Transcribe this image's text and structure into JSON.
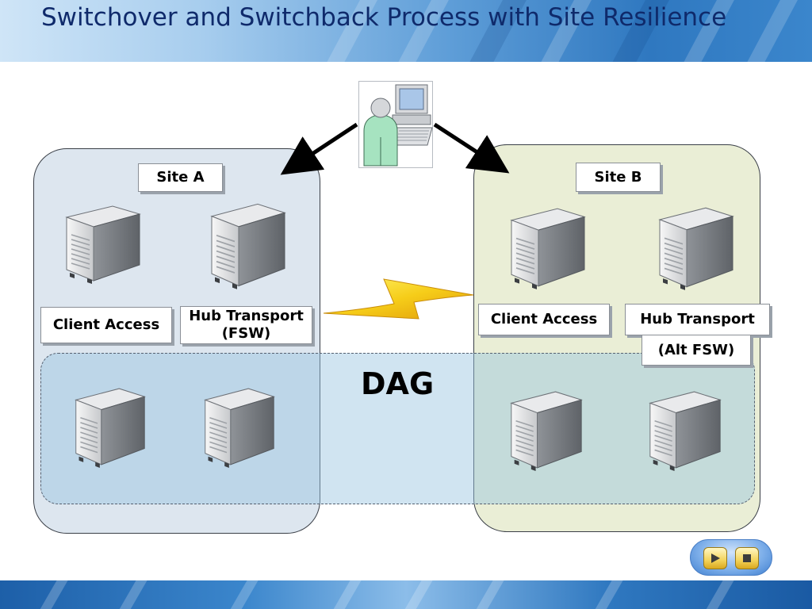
{
  "slide": {
    "title": "Switchover and Switchback Process with Site Resilience"
  },
  "site_a": {
    "name": "Site A",
    "client_access_label": "Client Access",
    "hub_transport_label": "Hub Transport (FSW)"
  },
  "site_b": {
    "name": "Site B",
    "client_access_label": "Client Access",
    "hub_transport_label": "Hub Transport",
    "alt_fsw_label": "(Alt FSW)"
  },
  "dag": {
    "label": "DAG"
  },
  "colors": {
    "site_a_fill": "#dde6ef",
    "site_b_fill": "#eaeed6",
    "dag_fill": "#96c3e1",
    "title_color": "#0f2a6b",
    "lightning": "#f2c21b"
  },
  "icons": [
    "client-computer-icon",
    "server-icon",
    "lightning-icon",
    "play-icon",
    "stop-icon"
  ]
}
